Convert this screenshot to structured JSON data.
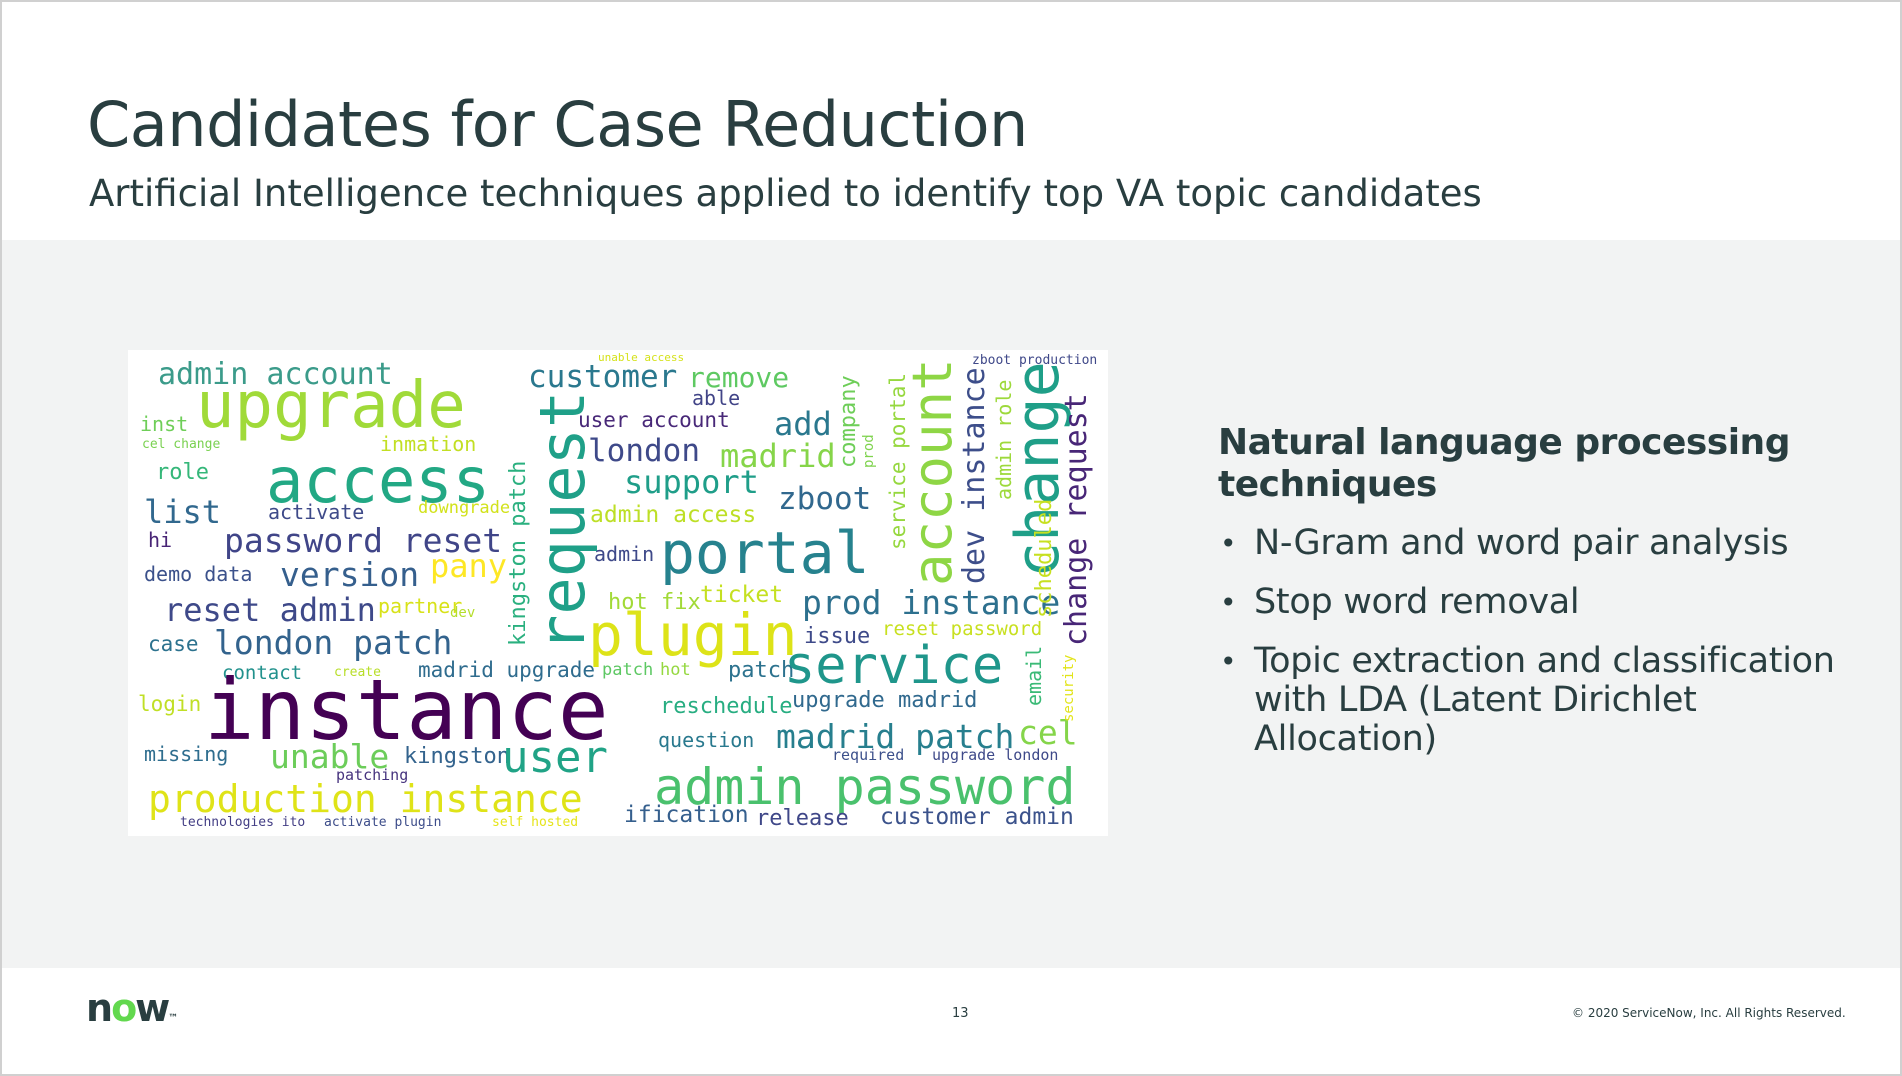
{
  "slide": {
    "title": "Candidates for Case Reduction",
    "subtitle": "Artificial Intelligence techniques applied to identify top VA topic candidates"
  },
  "word_cloud": {
    "words": [
      {
        "text": "admin account",
        "color": "#3b9b8a"
      },
      {
        "text": "upgrade",
        "color": "#a0da39"
      },
      {
        "text": "customer",
        "color": "#2a788e"
      },
      {
        "text": "remove",
        "color": "#5ec962"
      },
      {
        "text": "able",
        "color": "#414487"
      },
      {
        "text": "user account",
        "color": "#482878"
      },
      {
        "text": "add",
        "color": "#2a788e"
      },
      {
        "text": "inst",
        "color": "#6ece58"
      },
      {
        "text": "cel change",
        "color": "#7ad151"
      },
      {
        "text": "inmation",
        "color": "#c2df23"
      },
      {
        "text": "london",
        "color": "#3e4989"
      },
      {
        "text": "madrid",
        "color": "#86d549"
      },
      {
        "text": "role",
        "color": "#35b779"
      },
      {
        "text": "access",
        "color": "#22a884"
      },
      {
        "text": "support",
        "color": "#1f9e89"
      },
      {
        "text": "zboot",
        "color": "#31688e"
      },
      {
        "text": "list",
        "color": "#31688e"
      },
      {
        "text": "activate",
        "color": "#3e4a89"
      },
      {
        "text": "downgrade",
        "color": "#d2e21b"
      },
      {
        "text": "admin access",
        "color": "#bddf26"
      },
      {
        "text": "hi",
        "color": "#482475"
      },
      {
        "text": "password reset",
        "color": "#404588"
      },
      {
        "text": "admin",
        "color": "#3e4989"
      },
      {
        "text": "portal",
        "color": "#26828e"
      },
      {
        "text": "demo data",
        "color": "#3b518b"
      },
      {
        "text": "version",
        "color": "#355f8d"
      },
      {
        "text": "pany",
        "color": "#fde725"
      },
      {
        "text": "reset admin",
        "color": "#3e4989"
      },
      {
        "text": "partner",
        "color": "#d8e219"
      },
      {
        "text": "dev",
        "color": "#b5de2b"
      },
      {
        "text": "hot fix",
        "color": "#a2da37"
      },
      {
        "text": "ticket",
        "color": "#c5e021"
      },
      {
        "text": "prod instance",
        "color": "#2d708e"
      },
      {
        "text": "case",
        "color": "#2c728e"
      },
      {
        "text": "london patch",
        "color": "#33638d"
      },
      {
        "text": "plugin",
        "color": "#dde318"
      },
      {
        "text": "issue",
        "color": "#3e4a89"
      },
      {
        "text": "reset password",
        "color": "#c8e020"
      },
      {
        "text": "contact",
        "color": "#21918c"
      },
      {
        "text": "create",
        "color": "#b8de29"
      },
      {
        "text": "madrid upgrade",
        "color": "#2f6c8e"
      },
      {
        "text": "patch",
        "color": "#5dc863"
      },
      {
        "text": "hot",
        "color": "#95d840"
      },
      {
        "text": "patch",
        "color": "#2c728e"
      },
      {
        "text": "service",
        "color": "#1f968b"
      },
      {
        "text": "login",
        "color": "#c0df25"
      },
      {
        "text": "instance",
        "color": "#440154"
      },
      {
        "text": "reschedule",
        "color": "#27ad81"
      },
      {
        "text": "upgrade madrid",
        "color": "#30698e"
      },
      {
        "text": "question",
        "color": "#29798e"
      },
      {
        "text": "madrid patch",
        "color": "#277f8e"
      },
      {
        "text": "cel",
        "color": "#85d54a"
      },
      {
        "text": "missing",
        "color": "#2e6d8e"
      },
      {
        "text": "unable",
        "color": "#6ccd5a"
      },
      {
        "text": "kingston",
        "color": "#33638d"
      },
      {
        "text": "user",
        "color": "#20a386"
      },
      {
        "text": "patching",
        "color": "#46337e"
      },
      {
        "text": "required",
        "color": "#3c508b"
      },
      {
        "text": "upgrade london",
        "color": "#3e4989"
      },
      {
        "text": "admin password",
        "color": "#4ac16d"
      },
      {
        "text": "production instance",
        "color": "#dfe318"
      },
      {
        "text": "ification",
        "color": "#355f8d"
      },
      {
        "text": "release",
        "color": "#3f4788"
      },
      {
        "text": "customer admin",
        "color": "#3b528b"
      },
      {
        "text": "technologies ito",
        "color": "#433e85"
      },
      {
        "text": "activate plugin",
        "color": "#3d4d8a"
      },
      {
        "text": "self hosted",
        "color": "#e5e419"
      },
      {
        "text": "request",
        "color": "#1fa088"
      },
      {
        "text": "kingston patch",
        "color": "#2ab07f"
      },
      {
        "text": "company",
        "color": "#6ece58"
      },
      {
        "text": "prod",
        "color": "#7fd34e"
      },
      {
        "text": "service portal",
        "color": "#96d83f"
      },
      {
        "text": "account",
        "color": "#8ed645"
      },
      {
        "text": "dev instance",
        "color": "#3d4e8a"
      },
      {
        "text": "admin role",
        "color": "#9dd93b"
      },
      {
        "text": "change",
        "color": "#1f9f88"
      },
      {
        "text": "scheduled",
        "color": "#c7e020"
      },
      {
        "text": "change request",
        "color": "#482677"
      },
      {
        "text": "email",
        "color": "#3aba76"
      },
      {
        "text": "security",
        "color": "#e2e418"
      },
      {
        "text": "zboot production",
        "color": "#3f4889"
      },
      {
        "text": "unable access",
        "color": "#d5e21a"
      }
    ]
  },
  "panel": {
    "heading": "Natural language processing techniques",
    "bullets": [
      "N-Gram and word pair analysis",
      "Stop word removal",
      "Topic extraction and classification with LDA (Latent Dirichlet Allocation)"
    ]
  },
  "footer": {
    "logo_prefix": "n",
    "logo_o": "o",
    "logo_suffix": "w",
    "logo_tm": "™",
    "page_number": "13",
    "copyright": "© 2020 ServiceNow, Inc. All Rights Reserved."
  }
}
